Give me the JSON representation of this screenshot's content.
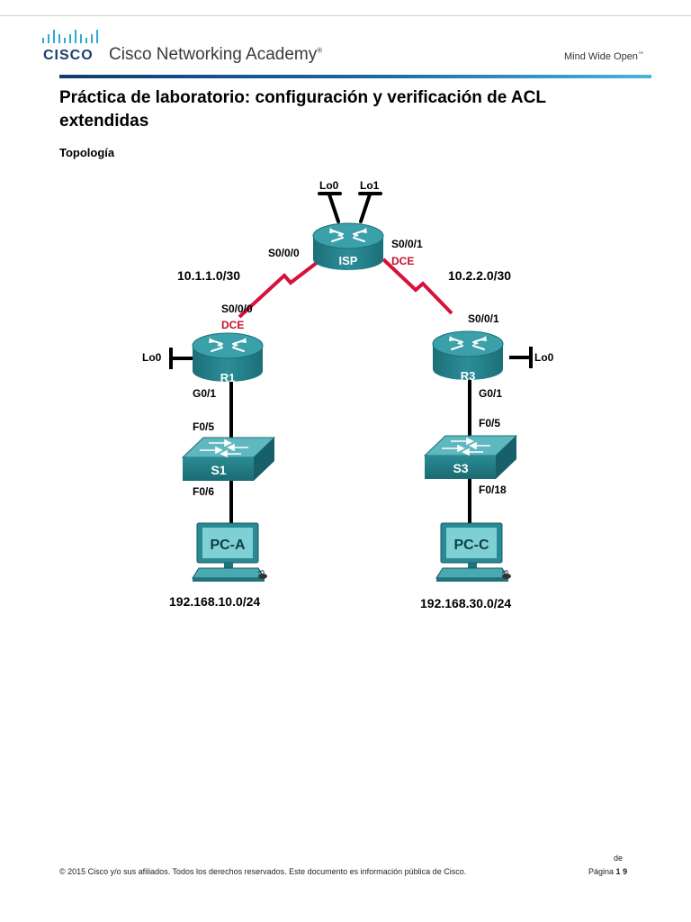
{
  "header": {
    "logo_text": "CISCO",
    "academy": "Cisco Networking Academy",
    "academy_mark": "®",
    "tagline": "Mind Wide Open",
    "tagline_mark": "™"
  },
  "document": {
    "title": "Práctica de laboratorio: configuración y verificación de ACL extendidas",
    "section": "Topología"
  },
  "topology": {
    "routers": {
      "isp": "ISP",
      "r1": "R1",
      "r3": "R3"
    },
    "switches": {
      "s1": "S1",
      "s3": "S3"
    },
    "pcs": {
      "pca": "PC-A",
      "pcc": "PC-C"
    },
    "interfaces": {
      "isp_lo0": "Lo0",
      "isp_lo1": "Lo1",
      "isp_s000": "S0/0/0",
      "isp_s001": "S0/0/1",
      "isp_dce": "DCE",
      "r1_s000": "S0/0/0",
      "r1_dce": "DCE",
      "r1_lo0": "Lo0",
      "r1_g01": "G0/1",
      "s1_f05": "F0/5",
      "s1_f06": "F0/6",
      "r3_s001": "S0/0/1",
      "r3_lo0": "Lo0",
      "r3_g01": "G0/1",
      "s3_f05": "F0/5",
      "s3_f018": "F0/18"
    },
    "networks": {
      "net_left": "10.1.1.0/30",
      "net_right": "10.2.2.0/30",
      "lan_a": "192.168.10.0/24",
      "lan_c": "192.168.30.0/24"
    },
    "colors": {
      "device_teal": "#2a8a93",
      "device_light": "#6cc3c8",
      "serial_red": "#d6123a",
      "dce_red": "#c8102e"
    }
  },
  "footer": {
    "copyright": "© 2015 Cisco y/o sus afiliados. Todos los derechos reservados. Este documento es información pública de Cisco.",
    "page_de": "de",
    "page_label": "Página",
    "page_num": "1",
    "page_total": "9"
  }
}
